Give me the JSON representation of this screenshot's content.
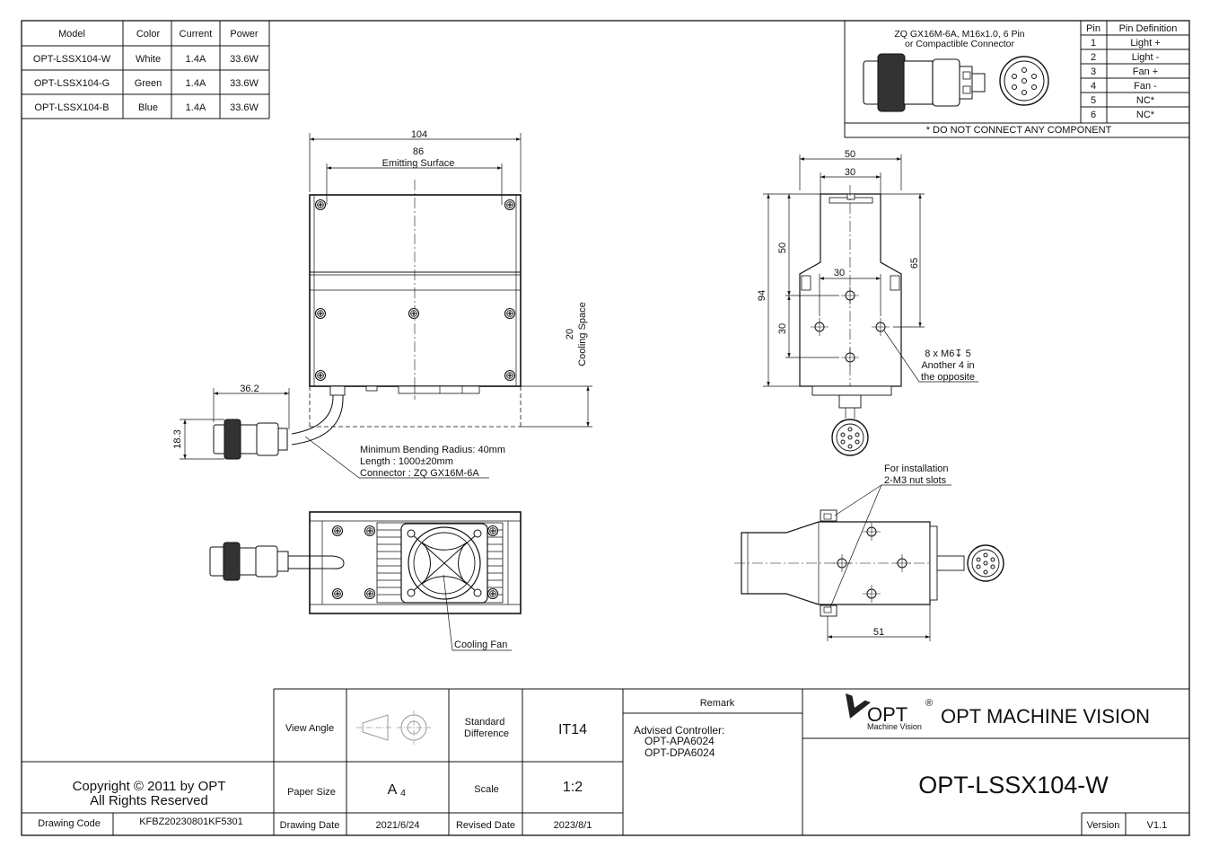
{
  "model_table": {
    "headers": [
      "Model",
      "Color",
      "Current",
      "Power"
    ],
    "rows": [
      [
        "OPT-LSSX104-W",
        "White",
        "1.4A",
        "33.6W"
      ],
      [
        "OPT-LSSX104-G",
        "Green",
        "1.4A",
        "33.6W"
      ],
      [
        "OPT-LSSX104-B",
        "Blue",
        "1.4A",
        "33.6W"
      ]
    ]
  },
  "connector": {
    "title_line1": "ZQ GX16M-6A, M16x1.0, 6 Pin",
    "title_line2": "or Compactible Connector",
    "pin_headers": [
      "Pin",
      "Pin Definition"
    ],
    "pins": [
      [
        "1",
        "Light +"
      ],
      [
        "2",
        "Light -"
      ],
      [
        "3",
        "Fan +"
      ],
      [
        "4",
        "Fan -"
      ],
      [
        "5",
        "NC*"
      ],
      [
        "6",
        "NC*"
      ]
    ],
    "note": "* DO NOT CONNECT ANY COMPONENT"
  },
  "front_view": {
    "dim_width": "104",
    "dim_emitting": "86",
    "emitting_label": "Emitting Surface",
    "dim_cooling": "20",
    "cooling_label": "Cooling Space",
    "dim_cable": "36.2",
    "dim_connector": "18.3",
    "note_line1": "Minimum Bending Radius: 40mm",
    "note_line2": "Length : 1000±20mm",
    "note_line3": "Connector : ZQ GX16M-6A"
  },
  "bottom_view": {
    "fan_label": "Cooling Fan"
  },
  "side_view": {
    "dim_50_top": "50",
    "dim_30_top": "30",
    "dim_94": "94",
    "dim_50_left": "50",
    "dim_30_left": "30",
    "dim_30_mid": "30",
    "dim_65": "65",
    "hole_note1": "8 x M6↧ 5",
    "hole_note2": "Another 4 in",
    "hole_note3": "the opposite"
  },
  "top_side_view": {
    "note_line1": "For installation",
    "note_line2": "2-M3 nut slots",
    "dim_51": "51"
  },
  "title_block": {
    "view_angle_label": "View Angle",
    "standard_diff_label": "Standard Difference",
    "standard_diff_l1": "Standard",
    "standard_diff_l2": "Difference",
    "standard_diff_value": "IT14",
    "remark_label": "Remark",
    "remark_line1": "Advised Controller:",
    "remark_line2": "OPT-APA6024",
    "remark_line3": "OPT-DPA6024",
    "logo_text": "OPT",
    "logo_sub": "Machine Vision",
    "logo_reg": "®",
    "company": "OPT MACHINE VISION",
    "copyright_line1": "Copyright © 2011 by OPT",
    "copyright_line2": "All Rights Reserved",
    "paper_size_label": "Paper Size",
    "paper_size_value": "A",
    "paper_size_sub": "4",
    "scale_label": "Scale",
    "scale_value": "1:2",
    "product_code": "OPT-LSSX104-W",
    "drawing_code_label": "Drawing Code",
    "drawing_code_value": "KFBZ20230801KF5301",
    "drawing_date_label": "Drawing Date",
    "drawing_date_value": "2021/6/24",
    "revised_date_label": "Revised Date",
    "revised_date_value": "2023/8/1",
    "version_label": "Version",
    "version_value": "V1.1"
  }
}
